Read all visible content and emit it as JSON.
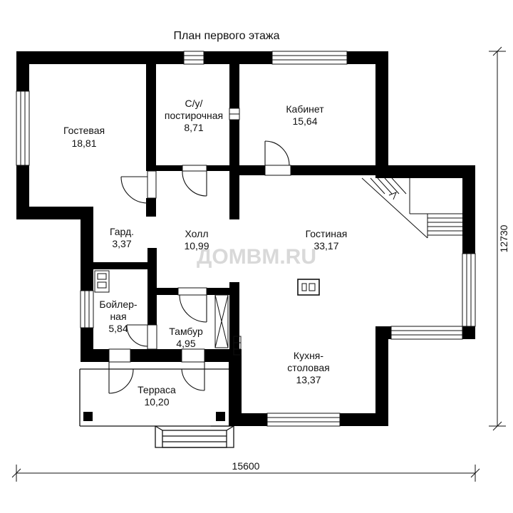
{
  "title": "План первого этажа",
  "watermark": "ДОМВМ.RU",
  "dimensions": {
    "width": "15600",
    "height": "12730"
  },
  "rooms": {
    "gostevaya": {
      "name": "Гостевая",
      "area": "18,81"
    },
    "su_line1": "С/у/",
    "su_line2": "постирочная",
    "su_area": "8,71",
    "kabinet": {
      "name": "Кабинет",
      "area": "15,64"
    },
    "gard": {
      "name": "Гард.",
      "area": "3,37"
    },
    "holl": {
      "name": "Холл",
      "area": "10,99"
    },
    "gostinaya": {
      "name": "Гостиная",
      "area": "33,17"
    },
    "boiler_line1": "Бойлер-",
    "boiler_line2": "ная",
    "boiler_area": "5,84",
    "tambur": {
      "name": "Тамбур",
      "area": "4,95"
    },
    "kuhnya_line1": "Кухня-",
    "kuhnya_line2": "столовая",
    "kuhnya_area": "13,37",
    "terrasa": {
      "name": "Терраса",
      "area": "10,20"
    }
  },
  "colors": {
    "wall": "#000000",
    "line": "#111111",
    "watermark": "#d9d9d9"
  }
}
